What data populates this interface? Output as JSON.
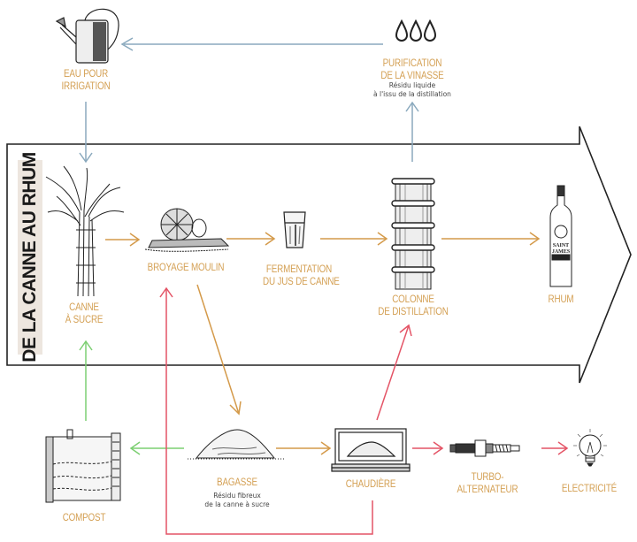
{
  "title": "DE LA CANNE AU RHUM",
  "colors": {
    "label": "#d4a054",
    "process_arrow": "#d49a4a",
    "water_arrow": "#8aa9bd",
    "compost_arrow": "#7ccf72",
    "energy_arrow": "#e45466",
    "outline": "#222222",
    "title_band": "#ede6df"
  },
  "nodes": {
    "irrigation": {
      "label_lines": [
        "Eau pour",
        "irrigation"
      ],
      "icon": "watering-can-icon"
    },
    "vinasse": {
      "label_lines": [
        "Purification",
        "de la vinasse"
      ],
      "sub_lines": [
        "Résidu liquide",
        "à l'issu de la distillation"
      ],
      "icon": "water-drops-icon"
    },
    "canne": {
      "label_lines": [
        "Canne",
        "à sucre"
      ],
      "icon": "sugar-cane-icon"
    },
    "broyage": {
      "label_lines": [
        "Broyage moulin"
      ],
      "icon": "water-mill-icon"
    },
    "fermentation": {
      "label_lines": [
        "Fermentation",
        "du jus de canne"
      ],
      "icon": "glass-icon"
    },
    "colonne": {
      "label_lines": [
        "Colonne",
        "de distillation"
      ],
      "icon": "distillation-column-icon"
    },
    "rhum": {
      "label_lines": [
        "Rhum"
      ],
      "icon": "rum-bottle-icon",
      "bottle_text": [
        "SAINT",
        "JAMES"
      ]
    },
    "compost": {
      "label_lines": [
        "Compost"
      ],
      "icon": "compost-bin-icon"
    },
    "bagasse": {
      "label_lines": [
        "Bagasse"
      ],
      "sub_lines": [
        "Résidu fibreux",
        "de la canne à sucre"
      ],
      "icon": "bagasse-pile-icon"
    },
    "chaudiere": {
      "label_lines": [
        "Chaudière"
      ],
      "icon": "boiler-icon"
    },
    "turbo": {
      "label_lines": [
        "Turbo-",
        "alternateur"
      ],
      "icon": "turbine-icon"
    },
    "electricite": {
      "label_lines": [
        "Electricité"
      ],
      "icon": "light-bulb-icon"
    }
  },
  "flows": [
    {
      "from": "vinasse",
      "to": "irrigation",
      "type": "water"
    },
    {
      "from": "irrigation",
      "to": "canne",
      "type": "water"
    },
    {
      "from": "colonne",
      "to": "vinasse",
      "type": "water"
    },
    {
      "from": "canne",
      "to": "broyage",
      "type": "process"
    },
    {
      "from": "broyage",
      "to": "fermentation",
      "type": "process"
    },
    {
      "from": "fermentation",
      "to": "colonne",
      "type": "process"
    },
    {
      "from": "colonne",
      "to": "rhum",
      "type": "process"
    },
    {
      "from": "broyage",
      "to": "bagasse",
      "type": "process"
    },
    {
      "from": "bagasse",
      "to": "chaudiere",
      "type": "process"
    },
    {
      "from": "bagasse",
      "to": "compost",
      "type": "compost"
    },
    {
      "from": "compost",
      "to": "canne",
      "type": "compost"
    },
    {
      "from": "chaudiere",
      "to": "colonne",
      "type": "energy"
    },
    {
      "from": "chaudiere",
      "to": "broyage",
      "type": "energy"
    },
    {
      "from": "chaudiere",
      "to": "turbo",
      "type": "energy"
    },
    {
      "from": "turbo",
      "to": "electricite",
      "type": "energy"
    }
  ]
}
